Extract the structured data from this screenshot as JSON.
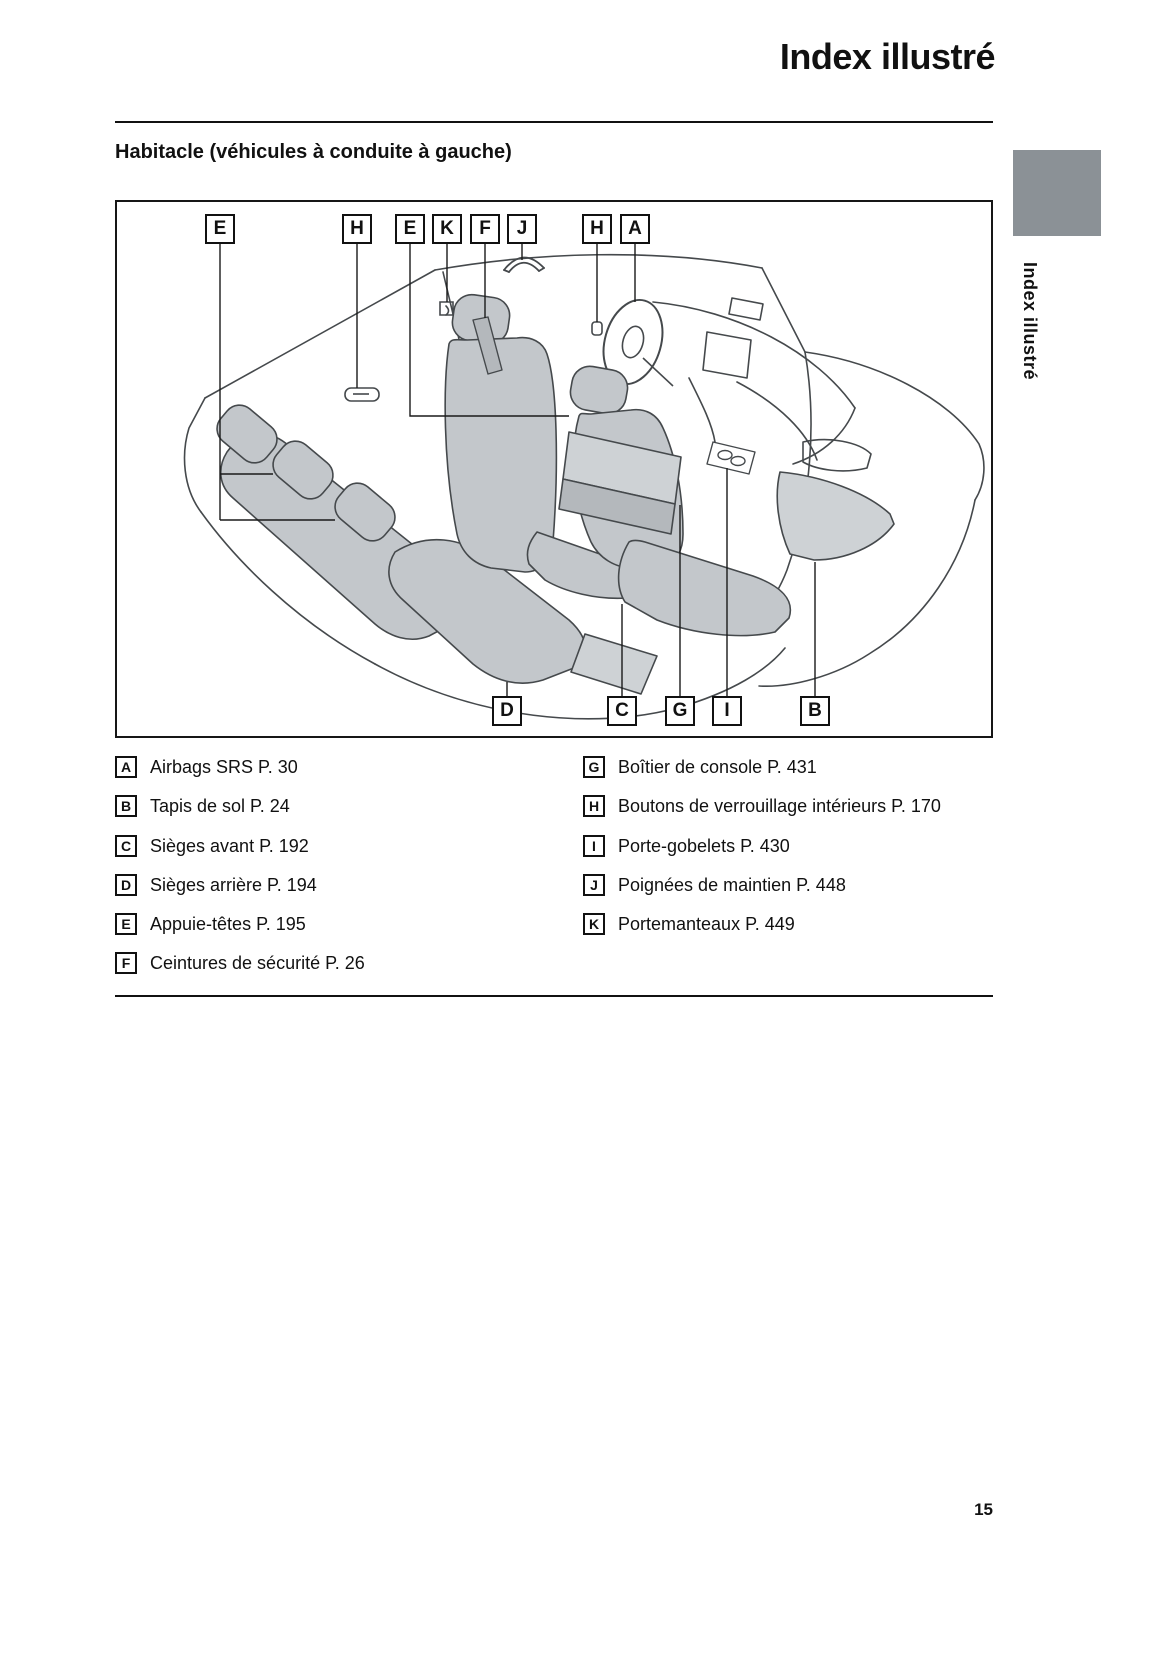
{
  "page": {
    "title": "Index illustré",
    "section_heading": "Habitacle (véhicules à conduite à gauche)",
    "side_tab_label": "Index illustré",
    "page_number": "15"
  },
  "figure": {
    "callouts_top": [
      "E",
      "H",
      "E",
      "K",
      "F",
      "J",
      "H",
      "A"
    ],
    "callouts_bottom": [
      "D",
      "C",
      "G",
      "I",
      "B"
    ]
  },
  "legend": {
    "left": [
      {
        "key": "A",
        "text": "Airbags SRS P. 30"
      },
      {
        "key": "B",
        "text": "Tapis de sol P. 24"
      },
      {
        "key": "C",
        "text": "Sièges avant P. 192"
      },
      {
        "key": "D",
        "text": "Sièges arrière P. 194"
      },
      {
        "key": "E",
        "text": "Appuie-têtes P. 195"
      },
      {
        "key": "F",
        "text": "Ceintures de sécurité P. 26"
      }
    ],
    "right": [
      {
        "key": "G",
        "text": "Boîtier de console P. 431"
      },
      {
        "key": "H",
        "text": "Boutons de verrouillage intérieurs P. 170"
      },
      {
        "key": "I",
        "text": "Porte-gobelets P. 430"
      },
      {
        "key": "J",
        "text": "Poignées de maintien P. 448"
      },
      {
        "key": "K",
        "text": "Portemanteaux P. 449"
      }
    ]
  },
  "colors": {
    "seat_fill": "#c3c7cb",
    "tab_gray": "#8b9196",
    "line": "#45494c"
  }
}
